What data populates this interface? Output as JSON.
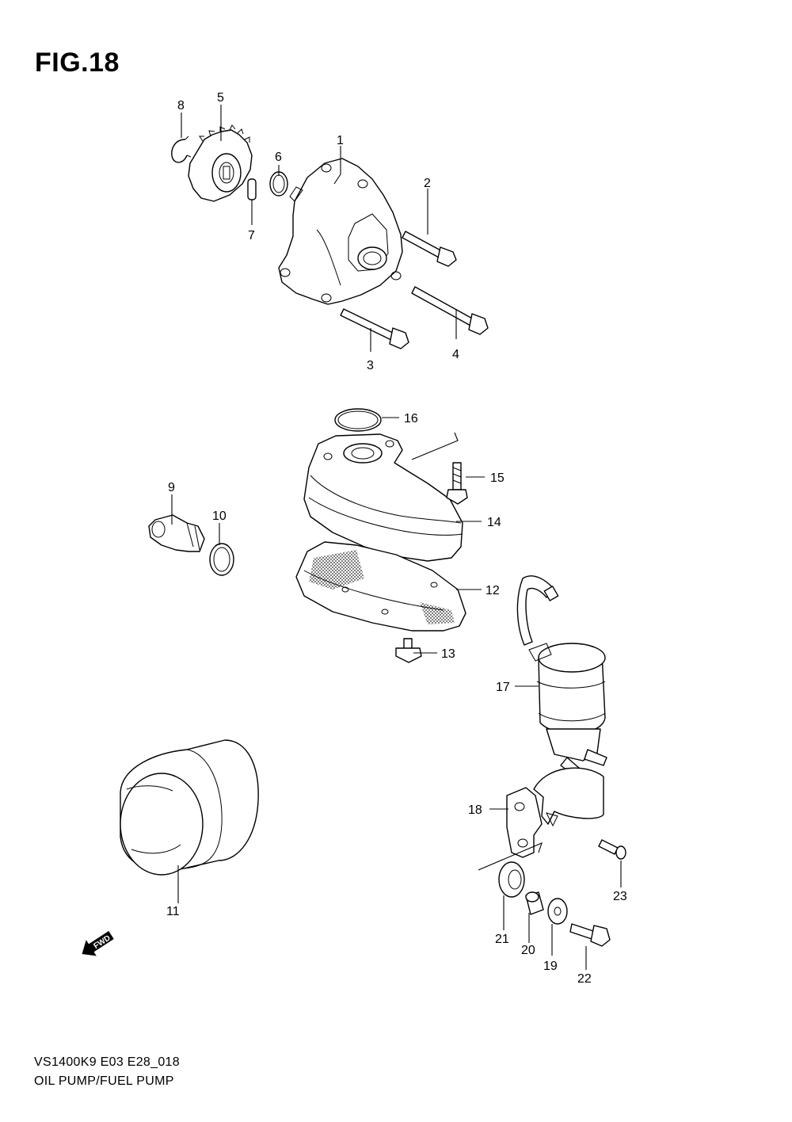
{
  "figure": {
    "title": "FIG.18"
  },
  "callouts": [
    "1",
    "2",
    "3",
    "4",
    "5",
    "6",
    "7",
    "8",
    "9",
    "10",
    "11",
    "12",
    "13",
    "14",
    "15",
    "16",
    "17",
    "18",
    "19",
    "20",
    "21",
    "22",
    "23"
  ],
  "fwd_label": "FWD",
  "footer": {
    "code": "VS1400K9 E03 E28_018",
    "title": "OIL PUMP/FUEL PUMP"
  }
}
